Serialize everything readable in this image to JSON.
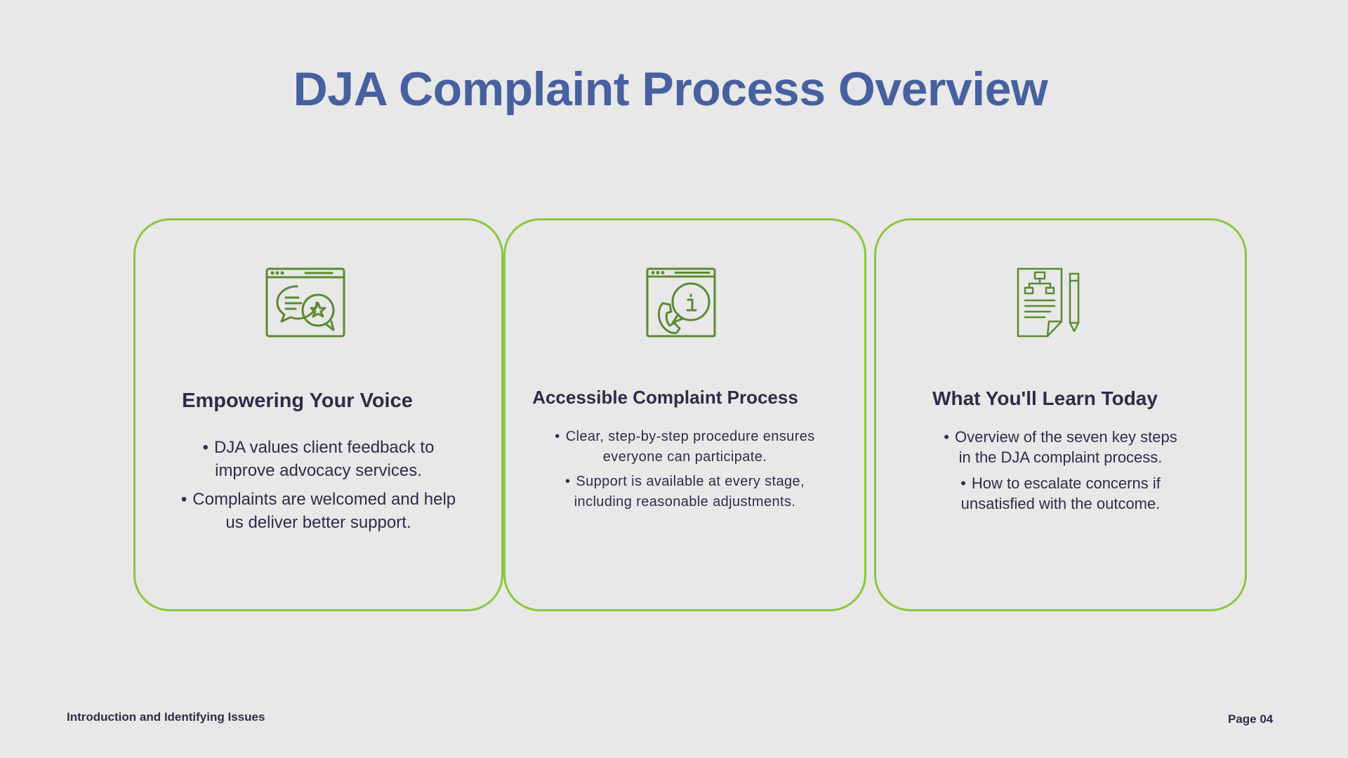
{
  "slide": {
    "title": "DJA Complaint Process Overview",
    "accent_color": "#8cc63f",
    "icon_color": "#5a8a32",
    "title_color": "#4660a0"
  },
  "cards": [
    {
      "icon": "feedback-chat-star-icon",
      "heading": "Empowering Your Voice",
      "bullets": [
        {
          "line1": "DJA values client feedback to",
          "line2": "improve advocacy services."
        },
        {
          "line1": "Complaints are welcomed and help",
          "line2": "us deliver better support."
        }
      ]
    },
    {
      "icon": "phone-info-browser-icon",
      "heading": "Accessible Complaint Process",
      "bullets": [
        {
          "line1": "Clear, step-by-step procedure ensures",
          "line2": "everyone can participate."
        },
        {
          "line1": "Support is available at every stage,",
          "line2": "including reasonable adjustments."
        }
      ]
    },
    {
      "icon": "document-flowchart-pencil-icon",
      "heading": "What You'll Learn Today",
      "bullets": [
        {
          "line1": "Overview of the seven key steps",
          "line2": "in the DJA complaint process."
        },
        {
          "line1": "How to escalate concerns if",
          "line2": "unsatisfied with the outcome."
        }
      ]
    }
  ],
  "footer": {
    "section": "Introduction and Identifying Issues",
    "page": "Page 04"
  }
}
